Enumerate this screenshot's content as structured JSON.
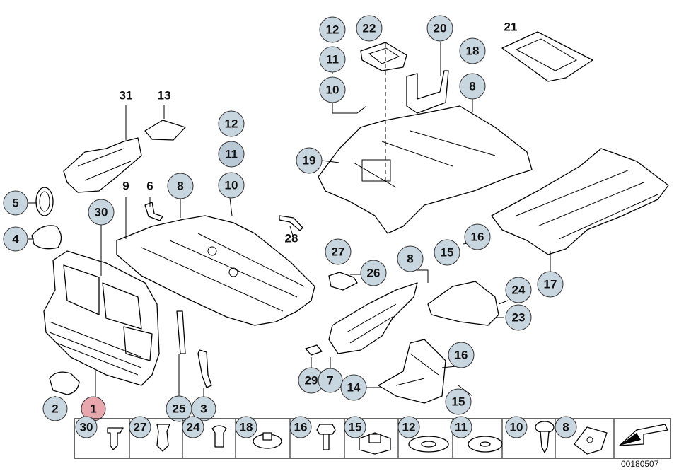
{
  "diagram": {
    "doc_number": "00180507",
    "callouts": {
      "c1": "1",
      "c2": "2",
      "c3": "3",
      "c4": "4",
      "c5": "5",
      "c6": "6",
      "c7": "7",
      "c8a": "8",
      "c8b": "8",
      "c8c": "8",
      "c9": "9",
      "c10a": "10",
      "c10b": "10",
      "c11a": "11",
      "c11b": "11",
      "c12a": "12",
      "c12b": "12",
      "c13": "13",
      "c14": "14",
      "c15a": "15",
      "c15b": "15",
      "c16a": "16",
      "c16b": "16",
      "c17": "17",
      "c18": "18",
      "c19": "19",
      "c20": "20",
      "c21": "21",
      "c22": "22",
      "c23": "23",
      "c24": "24",
      "c25": "25",
      "c26": "26",
      "c27": "27",
      "c28": "28",
      "c29": "29",
      "c30": "30",
      "c31": "31"
    },
    "legend": [
      "30",
      "27",
      "24",
      "18",
      "16",
      "15",
      "12",
      "11",
      "10",
      "8"
    ]
  }
}
